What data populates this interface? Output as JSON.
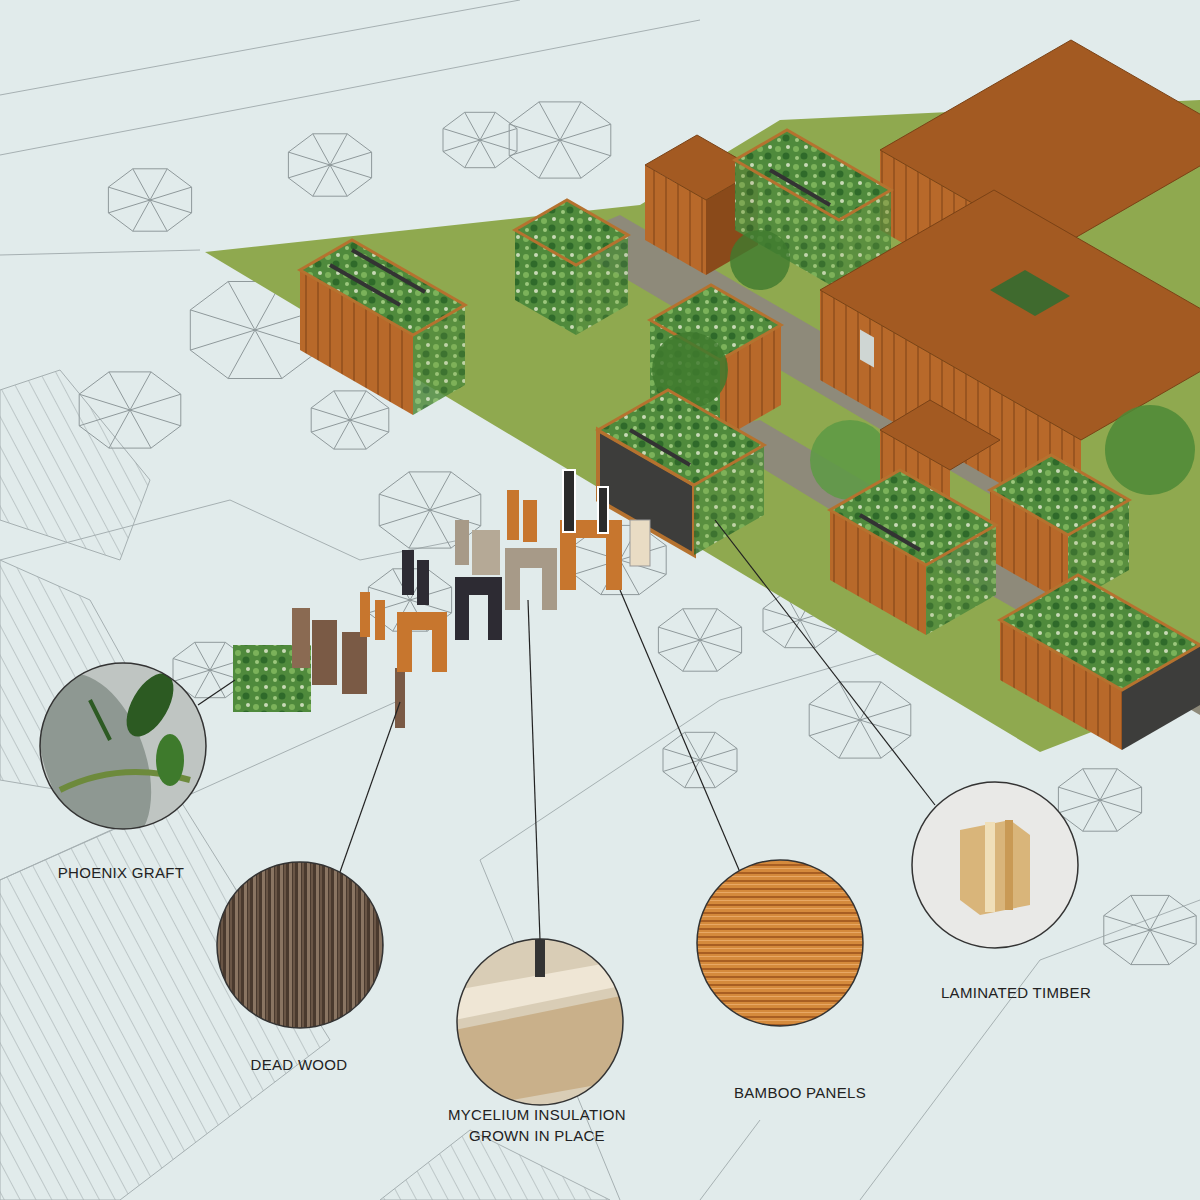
{
  "diagram": {
    "labels": [
      "PHOENIX GRAFT",
      "DEAD WOOD",
      "MYCELIUM INSULATION GROWN IN PLACE",
      "BAMBOO PANELS",
      "LAMINATED TIMBER"
    ]
  }
}
